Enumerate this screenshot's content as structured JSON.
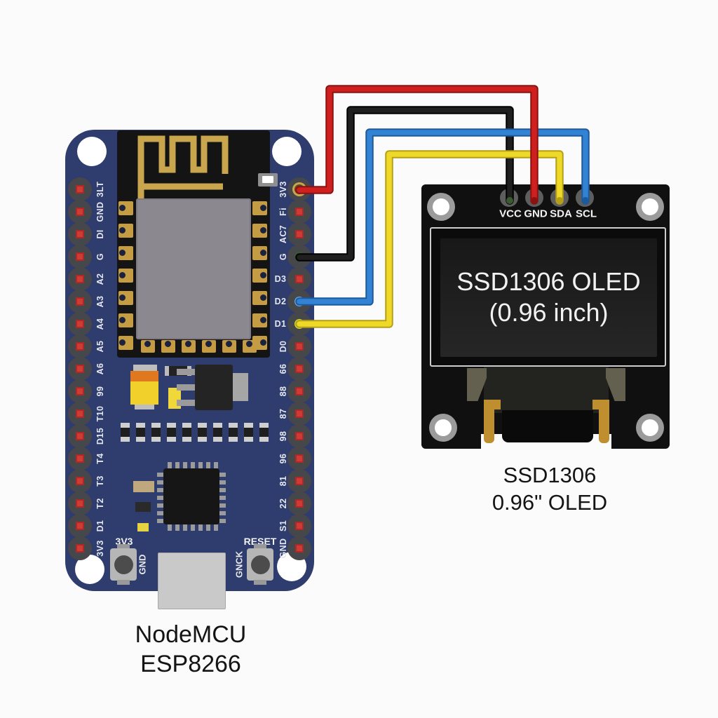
{
  "nodemcu": {
    "caption": [
      "NodeMCU",
      "ESP8266"
    ],
    "left_pins": [
      "3LT",
      "GND",
      "DI",
      "G",
      "A2",
      "A3",
      "A4",
      "A5",
      "A6",
      "99",
      "T10",
      "D15",
      "T4",
      "T3",
      "T2",
      "D1",
      "3V3"
    ],
    "right_pins": [
      {
        "label": "3V3",
        "wire": "red"
      },
      {
        "label": "Fi",
        "wire": null
      },
      {
        "label": "AC7",
        "wire": null
      },
      {
        "label": "G",
        "wire": "black"
      },
      {
        "label": "D3",
        "wire": null,
        "horiz": true
      },
      {
        "label": "D2",
        "wire": "blue",
        "horiz": true
      },
      {
        "label": "D1",
        "wire": "yellow",
        "horiz": true
      },
      {
        "label": "D0",
        "wire": null
      },
      {
        "label": "66",
        "wire": null
      },
      {
        "label": "88",
        "wire": null
      },
      {
        "label": "87",
        "wire": null
      },
      {
        "label": "98",
        "wire": null
      },
      {
        "label": "96",
        "wire": null
      },
      {
        "label": "81",
        "wire": null
      },
      {
        "label": "22",
        "wire": null
      },
      {
        "label": "S1",
        "wire": null
      },
      {
        "label": "GND",
        "wire": null
      }
    ],
    "buttons": [
      {
        "label": "3V3",
        "side_label": "GND"
      },
      {
        "label": "RESET",
        "side_label": "GNCK"
      }
    ]
  },
  "oled": {
    "caption": [
      "SSD1306",
      "0.96\" OLED"
    ],
    "screen_text": [
      "SSD1306 OLED",
      "(0.96 inch)"
    ],
    "pins": [
      {
        "label": "VCC",
        "wire": "black"
      },
      {
        "label": "GND",
        "wire": "red"
      },
      {
        "label": "SDA",
        "wire": "yellow"
      },
      {
        "label": "SCL",
        "wire": "blue"
      }
    ]
  },
  "wires": [
    {
      "color_name": "black",
      "hex": "#1f1f1f",
      "from": "NodeMCU G",
      "to": "OLED VCC"
    },
    {
      "color_name": "blue",
      "hex": "#3382d4",
      "from": "NodeMCU D2",
      "to": "OLED SCL"
    },
    {
      "color_name": "yellow",
      "hex": "#eed929",
      "from": "NodeMCU D1",
      "to": "OLED SDA"
    },
    {
      "color_name": "red",
      "hex": "#cf2020",
      "from": "NodeMCU 3V3",
      "to": "OLED GND"
    }
  ],
  "colors": {
    "board_blue": "#2e3c6e",
    "pcb_black": "#101010",
    "antenna_gold": "#c9a54e",
    "pad_red": "#cd3b34"
  }
}
